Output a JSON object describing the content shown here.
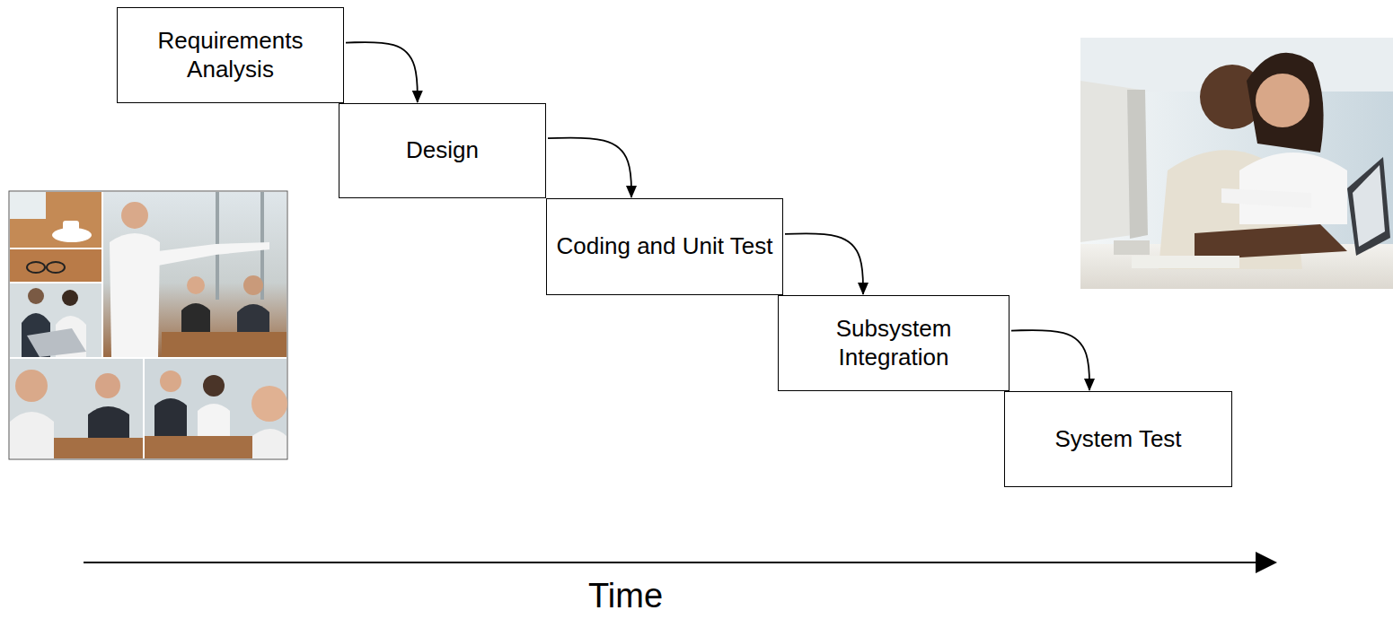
{
  "diagram": {
    "nodes": [
      {
        "text": [
          "Requirements Analysis"
        ]
      },
      {
        "text": [
          "Design"
        ]
      },
      {
        "text": [
          "Coding and Unit Test"
        ]
      },
      {
        "text": [
          "Subsystem Integration"
        ]
      },
      {
        "text": [
          "System Test"
        ]
      }
    ],
    "edges": [
      {
        "from": 0,
        "to": 1,
        "arrow": "to"
      },
      {
        "from": 1,
        "to": 2,
        "arrow": "to"
      },
      {
        "from": 2,
        "to": 3,
        "arrow": "to"
      },
      {
        "from": 3,
        "to": 4,
        "arrow": "to"
      }
    ],
    "labels": [
      "Time"
    ]
  }
}
